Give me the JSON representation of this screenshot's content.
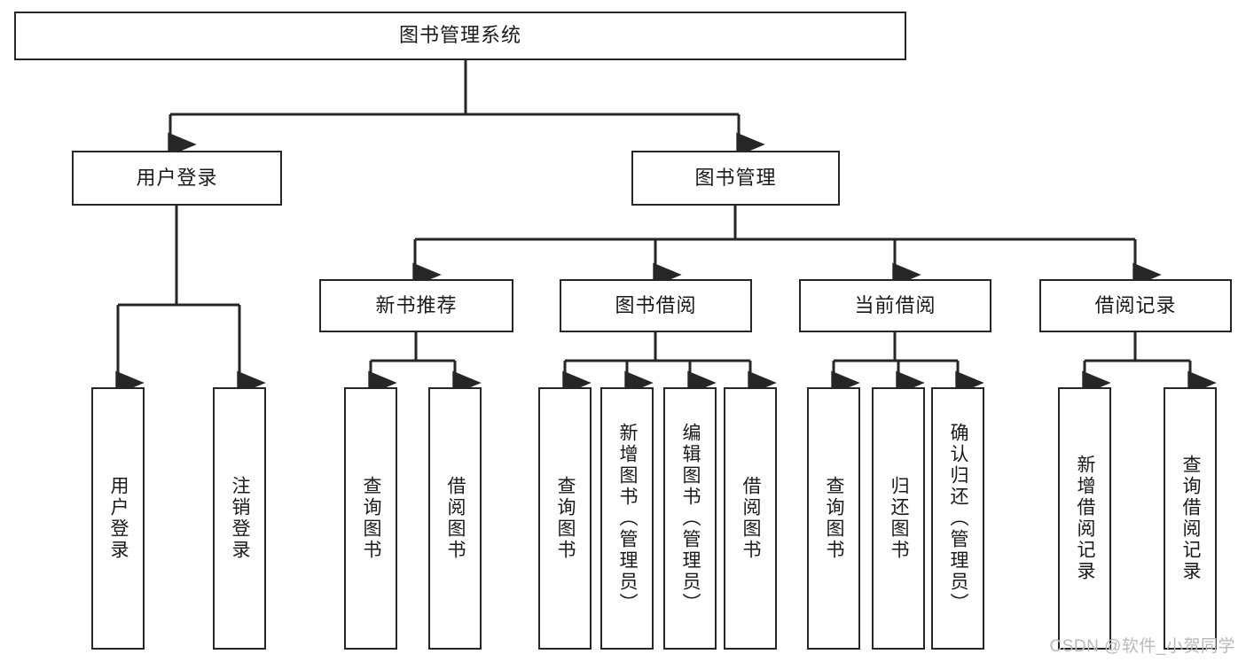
{
  "diagram": {
    "title": "图书管理系统",
    "watermark": "CSDN @软件_小贺同学",
    "colors": {
      "stroke": "#262626",
      "background": "#ffffff",
      "text": "#1a1a1a",
      "watermark": "#b9b9b9"
    },
    "levels": {
      "root": {
        "label": "图书管理系统"
      },
      "level2": [
        {
          "label": "用户登录"
        },
        {
          "label": "图书管理"
        }
      ],
      "level3": [
        {
          "label": "新书推荐"
        },
        {
          "label": "图书借阅"
        },
        {
          "label": "当前借阅"
        },
        {
          "label": "借阅记录"
        }
      ],
      "leaves": {
        "user_login": [
          {
            "label": "用户登录"
          },
          {
            "label": "注销登录"
          }
        ],
        "new_book_recommend": [
          {
            "label": "查询图书"
          },
          {
            "label": "借阅图书"
          }
        ],
        "book_borrow": [
          {
            "label": "查询图书"
          },
          {
            "label": "新增图书（管理员）"
          },
          {
            "label": "编辑图书（管理员）"
          },
          {
            "label": "借阅图书"
          }
        ],
        "current_borrow": [
          {
            "label": "查询图书"
          },
          {
            "label": "归还图书"
          },
          {
            "label": "确认归还（管理员）"
          }
        ],
        "borrow_records": [
          {
            "label": "新增借阅记录"
          },
          {
            "label": "查询借阅记录"
          }
        ]
      }
    }
  }
}
